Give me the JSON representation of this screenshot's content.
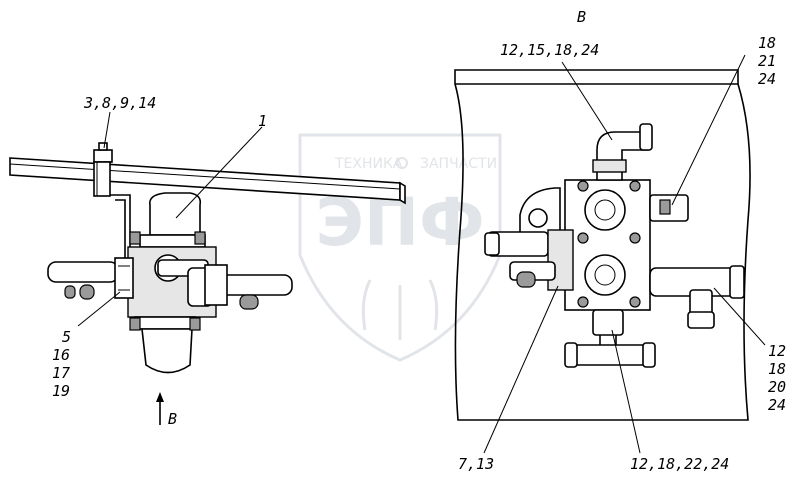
{
  "view_label": "В",
  "arrow_label": "В",
  "watermark": {
    "line1": "ТЕХНИКА",
    "line2": "ЗАПЧАСТИ",
    "logo": "ЭПФ"
  },
  "callouts": {
    "c1": "1",
    "c3": "3,8,9,14",
    "c5": [
      "5",
      "16",
      "17",
      "19"
    ],
    "c12a": "12,15,18,24",
    "c18": [
      "18",
      "21",
      "24"
    ],
    "c12b": [
      "12",
      "18",
      "20",
      "24"
    ],
    "c7": "7,13",
    "c12c": "12,18,22,24"
  }
}
